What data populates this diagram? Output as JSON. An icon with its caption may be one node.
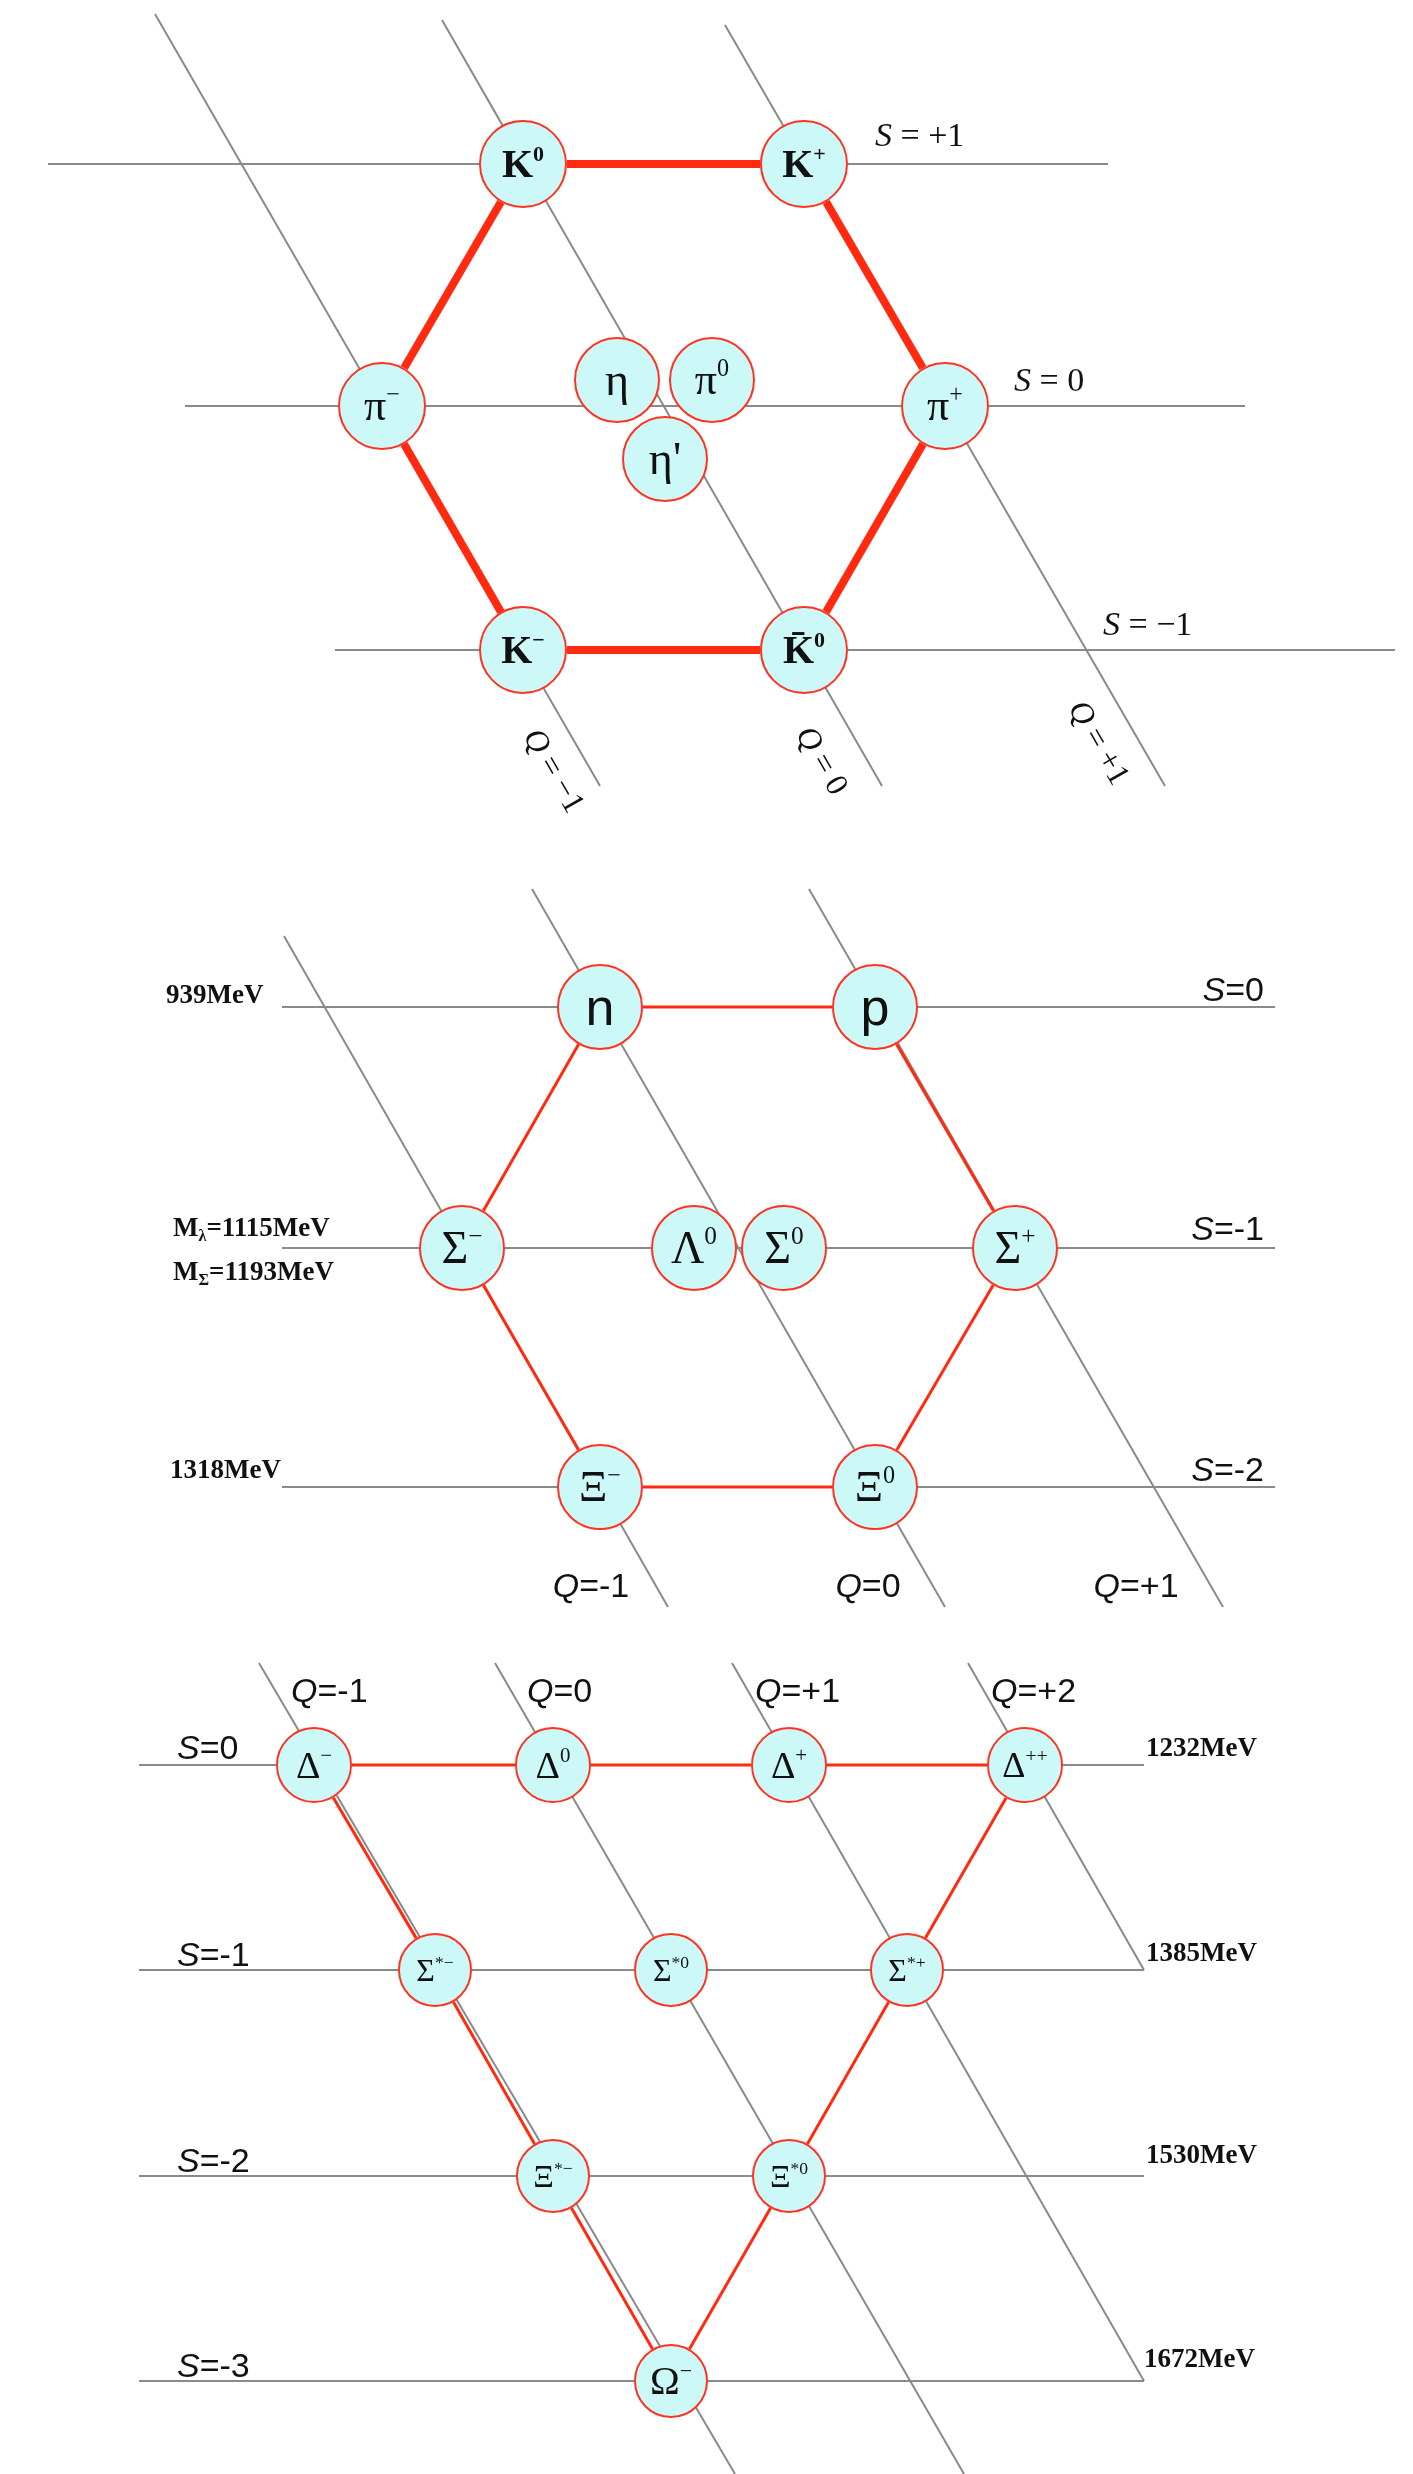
{
  "diagram": {
    "nodes": [
      {
        "text": [
          "K$^{0}$"
        ]
      },
      {
        "text": [
          "K$^{+}$"
        ]
      },
      {
        "text": [
          "π$^{−}$"
        ]
      },
      {
        "text": [
          "η"
        ]
      },
      {
        "text": [
          "π$^{0}$"
        ]
      },
      {
        "text": [
          "η'"
        ]
      },
      {
        "text": [
          "π$^{+}$"
        ]
      },
      {
        "text": [
          "K$^{−}$"
        ]
      },
      {
        "text": [
          "K̄$^{0}$"
        ]
      },
      {
        "text": [
          "n"
        ]
      },
      {
        "text": [
          "p"
        ]
      },
      {
        "text": [
          "Σ$^{−}$"
        ]
      },
      {
        "text": [
          "Λ$^{0}$"
        ]
      },
      {
        "text": [
          "Σ$^{0}$"
        ]
      },
      {
        "text": [
          "Σ$^{+}$"
        ]
      },
      {
        "text": [
          "Ξ$^{−}$"
        ]
      },
      {
        "text": [
          "Ξ$^{0}$"
        ]
      },
      {
        "text": [
          "Δ$^{−}$"
        ]
      },
      {
        "text": [
          "Δ$^{0}$"
        ]
      },
      {
        "text": [
          "Δ$^{+}$"
        ]
      },
      {
        "text": [
          "Δ$^{++}$"
        ]
      },
      {
        "text": [
          "Σ$^{*−}$"
        ]
      },
      {
        "text": [
          "Σ$^{*0}$"
        ]
      },
      {
        "text": [
          "Σ$^{*+}$"
        ]
      },
      {
        "text": [
          "Ξ$^{*−}$"
        ]
      },
      {
        "text": [
          "Ξ$^{*0}$"
        ]
      },
      {
        "text": [
          "Ω$^{−}$"
        ]
      }
    ],
    "edges": [
      {
        "from": 0,
        "to": 1,
        "arrow": "none",
        "style": "thick"
      },
      {
        "from": 1,
        "to": 6,
        "arrow": "none",
        "style": "thick"
      },
      {
        "from": 6,
        "to": 8,
        "arrow": "none",
        "style": "thick"
      },
      {
        "from": 7,
        "to": 8,
        "arrow": "none",
        "style": "thick"
      },
      {
        "from": 2,
        "to": 7,
        "arrow": "none",
        "style": "thick"
      },
      {
        "from": 0,
        "to": 2,
        "arrow": "none",
        "style": "thick"
      },
      {
        "from": 9,
        "to": 10,
        "arrow": "none"
      },
      {
        "from": 10,
        "to": 14,
        "arrow": "none"
      },
      {
        "from": 14,
        "to": 16,
        "arrow": "none"
      },
      {
        "from": 15,
        "to": 16,
        "arrow": "none"
      },
      {
        "from": 11,
        "to": 15,
        "arrow": "none"
      },
      {
        "from": 9,
        "to": 11,
        "arrow": "none"
      },
      {
        "from": 17,
        "to": 18,
        "arrow": "none"
      },
      {
        "from": 18,
        "to": 19,
        "arrow": "none"
      },
      {
        "from": 19,
        "to": 20,
        "arrow": "none"
      },
      {
        "from": 17,
        "to": 21,
        "arrow": "none"
      },
      {
        "from": 21,
        "to": 24,
        "arrow": "none"
      },
      {
        "from": 24,
        "to": 26,
        "arrow": "none"
      },
      {
        "from": 20,
        "to": 23,
        "arrow": "none"
      },
      {
        "from": 23,
        "to": 25,
        "arrow": "none"
      },
      {
        "from": 25,
        "to": 26,
        "arrow": "none"
      }
    ],
    "labels": [
      "*S* = +1",
      "*S* = 0",
      "*S* = −1",
      "*Q* = −1",
      "*Q* = 0",
      "*Q* = +1",
      "939MeV",
      "*S*=0",
      "M$_{λ}$=1115MeV",
      "M$_{Σ}$=1193MeV",
      "*S*=-1",
      "1318MeV",
      "*S*=-2",
      "*Q*=-1",
      "*Q*=0",
      "*Q*=+1",
      "*Q*=-1",
      "*Q*=0",
      "*Q*=+1",
      "*Q*=+2",
      "*S*=0",
      "1232MeV",
      "*S*=-1",
      "1385MeV",
      "*S*=-2",
      "1530MeV",
      "*S*=-3",
      "1672MeV"
    ]
  }
}
